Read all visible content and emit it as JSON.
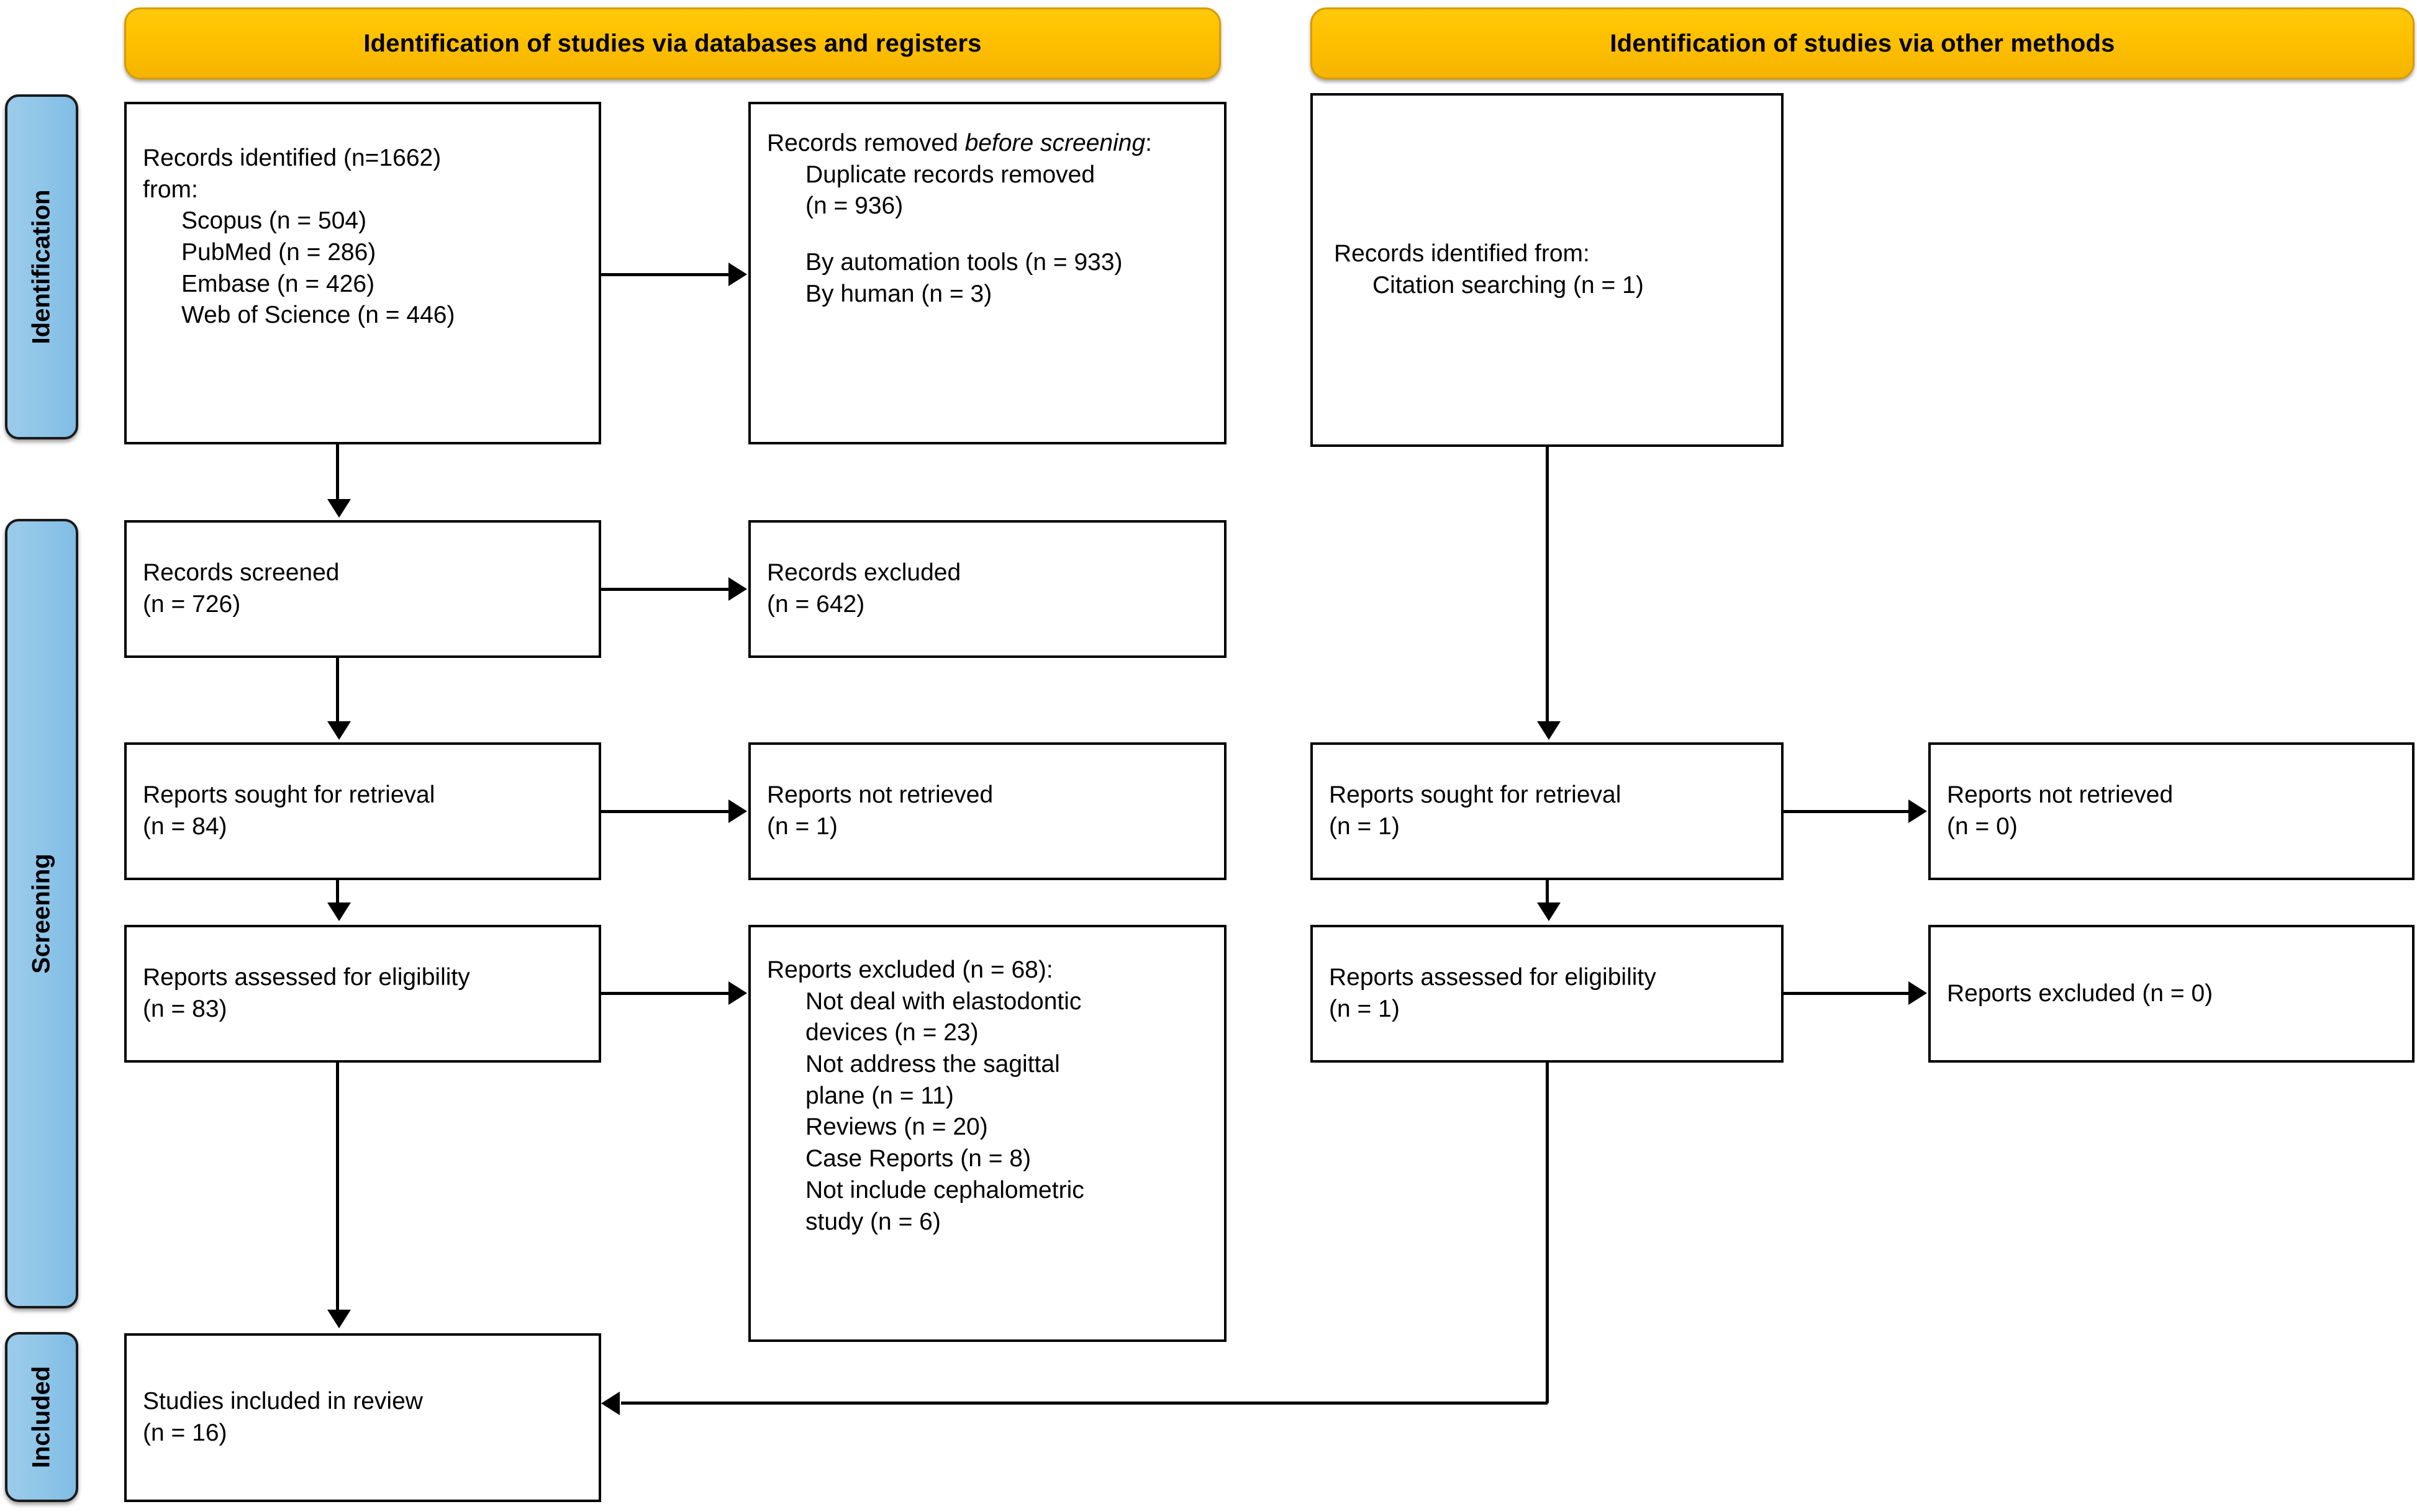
{
  "diagram": {
    "title": "PRISMA 2020 flow diagram",
    "colors": {
      "header_gold": "#FFC000",
      "stage_blue": "#8EC5E8",
      "box_border": "#000000",
      "page_background": "#FFFFFF"
    }
  },
  "headers": {
    "left": "Identification of studies via databases and registers",
    "right": "Identification of studies via other methods"
  },
  "stages": [
    {
      "key": "identification",
      "label": "Identification"
    },
    {
      "key": "screening",
      "label": "Screening"
    },
    {
      "key": "included",
      "label": "Included"
    }
  ],
  "boxes": {
    "records_identified": {
      "line1": "Records identified (n=1662)",
      "line2": "from:",
      "sources": [
        "Scopus (n = 504)",
        "PubMed (n = 286)",
        "Embase (n = 426)",
        "Web of Science (n = 446)"
      ]
    },
    "records_removed": {
      "title_plain": "Records removed ",
      "title_italic": "before screening",
      "title_colon": ":",
      "items_top": [
        "Duplicate records removed",
        "(n = 936)"
      ],
      "items_bottom": [
        "By automation tools (n = 933)",
        "By human (n = 3)"
      ]
    },
    "records_screened": {
      "line1": "Records screened",
      "line2": "(n = 726)"
    },
    "records_excluded": {
      "line1": "Records excluded",
      "line2": "(n = 642)"
    },
    "reports_sought_db": {
      "line1": "Reports sought for retrieval",
      "line2": "(n = 84)"
    },
    "reports_not_retrieved_db": {
      "line1": "Reports not retrieved",
      "line2": "(n = 1)"
    },
    "reports_assessed_db": {
      "line1": "Reports assessed for eligibility",
      "line2": "(n = 83)"
    },
    "reports_excluded_db": {
      "title": "Reports excluded (n = 68):",
      "reasons": [
        "Not deal with elastodontic",
        "devices (n = 23)",
        "Not address the sagittal",
        "plane (n = 11)",
        "Reviews (n = 20)",
        "Case Reports (n = 8)",
        "Not include cephalometric",
        "study (n = 6)"
      ]
    },
    "studies_included": {
      "line1": "Studies included in review",
      "line2": "(n = 16)"
    },
    "records_identified_other": {
      "line1": "Records identified from:",
      "line2": "Citation searching (n = 1)"
    },
    "reports_sought_other": {
      "line1": "Reports sought for retrieval",
      "line2": "(n = 1)"
    },
    "reports_not_retrieved_other": {
      "line1": "Reports not retrieved",
      "line2": "(n = 0)"
    },
    "reports_assessed_other": {
      "line1": "Reports assessed for eligibility",
      "line2": "(n = 1)"
    },
    "reports_excluded_other": {
      "line1": "Reports excluded (n = 0)"
    }
  },
  "chart_data": {
    "type": "table",
    "title": "PRISMA 2020 flow of studies",
    "databases_and_registers": {
      "records_identified_total": 1662,
      "sources": [
        {
          "name": "Scopus",
          "n": 504
        },
        {
          "name": "PubMed",
          "n": 286
        },
        {
          "name": "Embase",
          "n": 426
        },
        {
          "name": "Web of Science",
          "n": 446
        }
      ],
      "records_removed_before_screening": {
        "duplicate_records_removed": 936,
        "by_automation_tools": 933,
        "by_human": 3
      },
      "records_screened": 726,
      "records_excluded": 642,
      "reports_sought_for_retrieval": 84,
      "reports_not_retrieved": 1,
      "reports_assessed_for_eligibility": 83,
      "reports_excluded_total": 68,
      "exclusion_reasons": [
        {
          "reason": "Not deal with elastodontic devices",
          "n": 23
        },
        {
          "reason": "Not address the sagittal plane",
          "n": 11
        },
        {
          "reason": "Reviews",
          "n": 20
        },
        {
          "reason": "Case Reports",
          "n": 8
        },
        {
          "reason": "Not include cephalometric study",
          "n": 6
        }
      ]
    },
    "other_methods": {
      "records_identified_from": [
        {
          "name": "Citation searching",
          "n": 1
        }
      ],
      "reports_sought_for_retrieval": 1,
      "reports_not_retrieved": 0,
      "reports_assessed_for_eligibility": 1,
      "reports_excluded": 0
    },
    "studies_included_in_review": 16
  }
}
